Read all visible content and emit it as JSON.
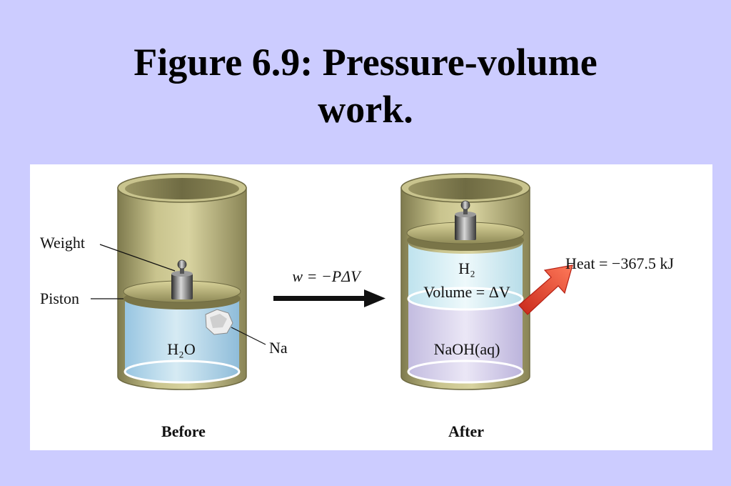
{
  "slide": {
    "title_line1": "Figure 6.9: Pressure-volume",
    "title_line2": "work."
  },
  "figure": {
    "before": {
      "caption": "Before",
      "weight_label": "Weight",
      "piston_label": "Piston",
      "liquid_label": "H₂O",
      "sodium_label": "Na"
    },
    "after": {
      "caption": "After",
      "gas_label": "H₂",
      "volume_label": "Volume = ΔV",
      "solution_label": "NaOH(aq)"
    },
    "work_equation": "w = −PΔV",
    "heat_label": "Heat = −367.5 kJ",
    "colors": {
      "slide_background": "#ccccff",
      "cylinder": "#b5b07a",
      "water": "#bfe0f4",
      "gas": "#dff2f7",
      "solution": "#dcd6ef",
      "heat_arrow": "#e8402a"
    }
  }
}
